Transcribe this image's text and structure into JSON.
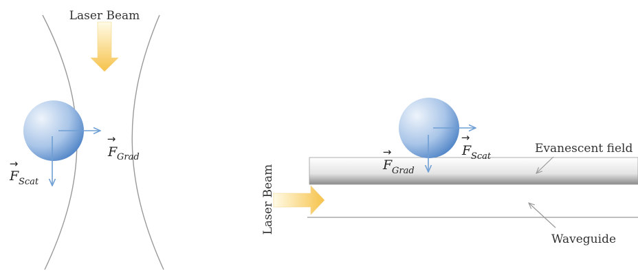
{
  "left_panel": {
    "beam_label": "Laser Beam",
    "force_grad": {
      "symbol": "F",
      "subscript": "Grad",
      "vector_mark": "→"
    },
    "force_scat": {
      "symbol": "F",
      "subscript": "Scat",
      "vector_mark": "→"
    }
  },
  "right_panel": {
    "beam_label": "Laser Beam",
    "force_grad": {
      "symbol": "F",
      "subscript": "Grad",
      "vector_mark": "→"
    },
    "force_scat": {
      "symbol": "F",
      "subscript": "Scat",
      "vector_mark": "→"
    },
    "evanescent_label": "Evanescent field",
    "waveguide_label": "Waveguide"
  },
  "colors": {
    "beam_gradient_start": "#fffbe6",
    "beam_gradient_end": "#f6c24a",
    "sphere_light": "#eef4fb",
    "sphere_dark": "#3f78c0",
    "force_arrow": "#6f9fd4",
    "outline": "#999999"
  }
}
